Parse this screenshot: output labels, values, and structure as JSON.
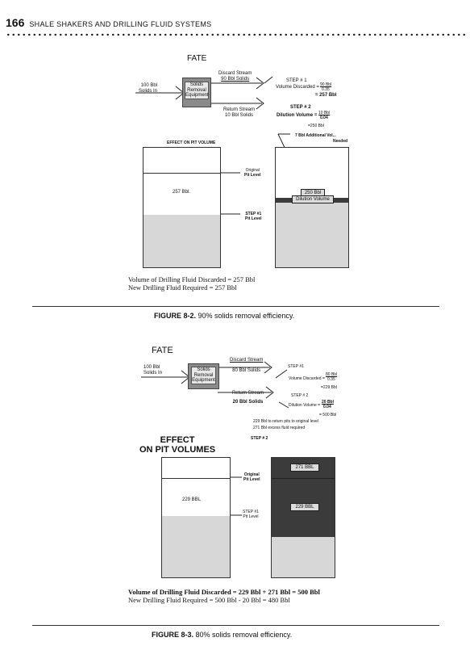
{
  "header": {
    "page_number": "166",
    "running_title": "SHALE SHAKERS AND DRILLING FLUID SYSTEMS"
  },
  "fig1": {
    "fate": "FATE",
    "input": [
      "100 Bbl",
      "Solids In"
    ],
    "equipment": [
      "Solids",
      "Removal",
      "Equipment"
    ],
    "discard": [
      "Discard Stream",
      "90 Bbl Solids"
    ],
    "return": [
      "Return Stream",
      "10 Bbl Solids"
    ],
    "step1": {
      "title": "STEP # 1",
      "label": "Volume Discarded =",
      "frac_num": "90 Bbl",
      "frac_den": "0.35",
      "result": "= 257 Bbl"
    },
    "step2": {
      "title": "STEP # 2",
      "label": "Dilution Volume =",
      "frac_num": "10 Bbl",
      "frac_den": "0.04",
      "result": "=250 Bbl"
    },
    "effect": "EFFECT ON PIT VOLUME",
    "additional": [
      "7 Bbl Additional Vol...",
      "Needed"
    ],
    "original": [
      "Original",
      "Pit Level"
    ],
    "left_volume": "257 Bbl.",
    "step1_level": [
      "STEP #1",
      "Pit Level"
    ],
    "box_label": [
      "250 Bbl",
      "Dilution Volume"
    ],
    "summary": [
      "Volume of Drilling Fluid Discarded = 257 Bbl",
      "New Drilling Fluid Required = 257 Bbl"
    ],
    "caption_label": "FIGURE 8-2.",
    "caption_text": " 90% solids removal efficiency."
  },
  "fig2": {
    "fate": "FATE",
    "input": [
      "100 Bbl",
      "Solids In"
    ],
    "equipment": [
      "Solids",
      "Removal",
      "Equipment"
    ],
    "discard": [
      "Discard Stream",
      "80 Bbl Solids"
    ],
    "return": [
      "Return Stream",
      "20 Bbl Solids"
    ],
    "step1": {
      "title": "STEP #1",
      "label": "Volume Discarded =",
      "frac_num": "80 Bbl",
      "frac_den": "0.35",
      "result": "=229 Bbl"
    },
    "step2": {
      "title": "STEP # 2",
      "label": "Dilution Volume =",
      "frac_num": "20 Bbl",
      "frac_den": "0.04",
      "result": "= 500 Bbl"
    },
    "notes": [
      "229 Bbl to return pits to original level",
      "271 Bbl excess fluid required"
    ],
    "effect": [
      "EFFECT",
      "ON PIT VOLUMES"
    ],
    "step2_label": "STEP # 2",
    "original": [
      "Original",
      "Pit Level"
    ],
    "left_volume": "229 BBL",
    "step1_level": [
      "STEP #1",
      "Pit Level"
    ],
    "box_top": "271 BBL",
    "box_mid": "229 BBL",
    "summary": [
      "Volume of Drilling Fluid Discarded = 229 Bbl + 271 Bbl = 500 Bbl",
      "New Drilling Fluid Required = 500 Bbl - 20 Bbl = 480 Bbl"
    ],
    "caption_label": "FIGURE 8-3.",
    "caption_text": " 80% solids removal efficiency."
  }
}
